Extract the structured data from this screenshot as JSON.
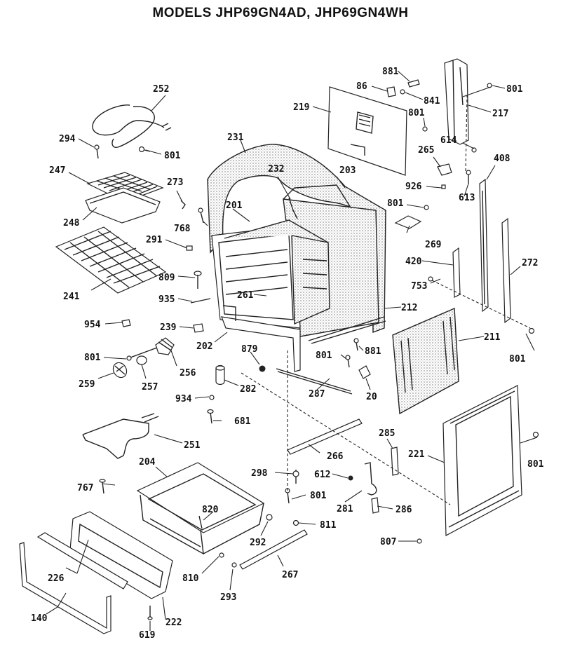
{
  "title": "MODELS JHP69GN4AD, JHP69GN4WH",
  "callouts": {
    "p881a": "881",
    "p86": "86",
    "p841": "841",
    "p801a": "801",
    "p217": "217",
    "p219": "219",
    "p801b": "801",
    "p614": "614",
    "p252": "252",
    "p294": "294",
    "p801c": "801",
    "p231": "231",
    "p265": "265",
    "p408": "408",
    "p247": "247",
    "p232": "232",
    "p203": "203",
    "p273": "273",
    "p926": "926",
    "p613": "613",
    "p801d": "801",
    "p201": "201",
    "p768": "768",
    "p248": "248",
    "p269": "269",
    "p291": "291",
    "p420": "420",
    "p272": "272",
    "p809": "809",
    "p753": "753",
    "p241": "241",
    "p261": "261",
    "p935": "935",
    "p212": "212",
    "p954": "954",
    "p239": "239",
    "p211": "211",
    "p202": "202",
    "p801e": "801",
    "p879": "879",
    "p881b": "881",
    "p801f": "801",
    "p801g": "801",
    "p256": "256",
    "p259": "259",
    "p257": "257",
    "p282": "282",
    "p287": "287",
    "p20": "20",
    "p934": "934",
    "p681": "681",
    "p251": "251",
    "p285": "285",
    "p221": "221",
    "p801h": "801",
    "p266": "266",
    "p204": "204",
    "p298": "298",
    "p612": "612",
    "p767": "767",
    "p801i": "801",
    "p820": "820",
    "p281": "281",
    "p286": "286",
    "p811": "811",
    "p292": "292",
    "p807": "807",
    "p226": "226",
    "p810": "810",
    "p267": "267",
    "p293": "293",
    "p140": "140",
    "p222": "222",
    "p619": "619"
  }
}
